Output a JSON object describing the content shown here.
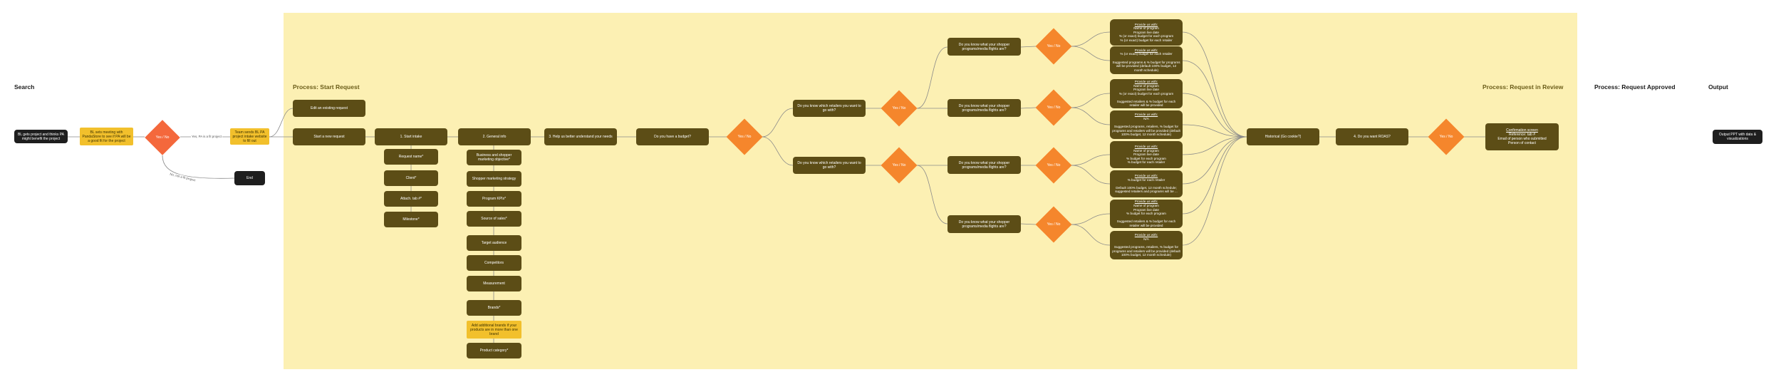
{
  "sections": {
    "search": "Search",
    "start_request": "Process: Start Request",
    "in_review": "Process: Request in Review",
    "approved": "Process: Request Approved",
    "output": "Output"
  },
  "search_nodes": {
    "s1": "BL gets project and thinks PA might benefit the project",
    "s2": "BL sets meeting with PandaStore to see if PA will be a good fit for the project",
    "decision": "Yes / No",
    "e_yes": "Yes, PA is a fit project",
    "e_no": "No, not a fit project",
    "team_sends": "Team sends BL PA project intake website to fill out",
    "end": "End"
  },
  "start_nodes": {
    "edit": "Edit an existing request",
    "start": "Start a new request",
    "step1": "1. Start intake",
    "step2": "2. General info",
    "step3": "3. Help us better understand your needs",
    "budget_q": "Do you have a budget?",
    "d_budget": "Yes / No",
    "retailer_q1": "Do you know which retailers you want to go with?",
    "retailer_q2": "Do you know which retailers you want to go with?",
    "d_r1": "Yes / No",
    "d_r2": "Yes / No",
    "prog_q1": "Do you know what your shopper programs/media flights are?",
    "prog_q2": "Do you know what your shopper programs/media flights are?",
    "prog_q3": "Do you know what your shopper programs/media flights are?",
    "prog_q4": "Do you know what your shopper programs/media flights are?",
    "d_p1": "Yes / No",
    "d_p2": "Yes / No",
    "d_p3": "Yes / No",
    "d_p4": "Yes / No"
  },
  "step1_list": [
    "Request name*",
    "Client*",
    "Attach. tab #*",
    "Milestone*"
  ],
  "step2_list": [
    "Business and shopper marketing objective*",
    "Shopper marketing strategy",
    "Program KPIs*",
    "Source of sales*",
    "Target audience",
    "Competitors",
    "Measurement",
    "Brands*",
    "Add additional brands if your products are in more than one brand",
    "Product category*"
  ],
  "provide_heading": "Provide us with:",
  "provide": [
    "Name of program\nProgram live date\n% (or exact) budget for each program\n% (or exact) budget for each retailer",
    "% (or exact) budget for each retailer\n\nSuggested programs & % budget for programs will be provided (default 100% budget, 12 month schedule)",
    "Name of program\nProgram live date\n% (or exact) budget for each program\n\nSuggested retailers & % budget for each retailer will be provided",
    "N/A\n\nSuggested programs, retailers, % budget for programs and retailers will be provided (default 100% budget, 12 month schedule)",
    "Name of program\nProgram live date\n% budget for each program\n% budget for each retailer",
    "% budget for each retailer\n\nDefault 100% budget, 12 month schedule; suggested retailers and programs will be ...",
    "Name of program\nProgram live date\n% budget for each program\n\nSuggested retailers & % budget for each retailer will be provided",
    "N/A\n\nSuggested programs, retailers, % budget for programs and retailers will be provided (default 100% budget, 12 month schedule)"
  ],
  "review_nodes": {
    "historical": "Historical (Go cookie?)",
    "step4": "4. Do you want ROAS?",
    "d_roas": "Yes / No",
    "confirm_title": "Confirmation screen",
    "confirm_body": "Reference: tab #\nEmail of person who submitted\nPerson of contact"
  },
  "output_node": "Output PPT with data & visualizations",
  "colors": {
    "zone": "#fcf0b3",
    "olive_node": "#5c4d16",
    "black_node": "#1e1e1e",
    "yellow_node": "#f2c02c",
    "orange_diamond": "#f5862c",
    "red_diamond": "#f4683c",
    "edge": "#8a8a8a"
  }
}
